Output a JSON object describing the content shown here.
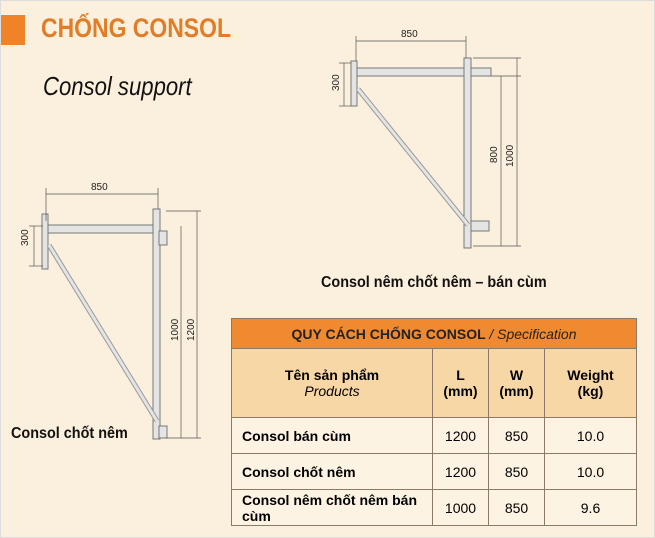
{
  "header": {
    "title": "CHỐNG CONSOL",
    "subtitle": "Consol support"
  },
  "diagram_left": {
    "caption": "Consol chốt nêm",
    "dims": {
      "width": "850",
      "top": "300",
      "inner": "1000",
      "outer": "1200"
    }
  },
  "diagram_right": {
    "caption": "Consol nêm chốt nêm – bán cùm",
    "dims": {
      "width": "850",
      "top": "300",
      "inner": "800",
      "outer": "1000"
    }
  },
  "table": {
    "title": "QUY CÁCH CHỐNG CONSOL",
    "title_suffix": "/ Specification",
    "headers": {
      "name": "Tên sản phẩm",
      "name_en": "Products",
      "l": "L",
      "l_unit": "(mm)",
      "w": "W",
      "w_unit": "(mm)",
      "weight": "Weight",
      "weight_unit": "(kg)"
    },
    "rows": [
      {
        "name": "Consol bán cùm",
        "l": "1200",
        "w": "850",
        "weight": "10.0"
      },
      {
        "name": "Consol chốt nêm",
        "l": "1200",
        "w": "850",
        "weight": "10.0"
      },
      {
        "name": "Consol nêm chốt nêm bán cùm",
        "l": "1000",
        "w": "850",
        "weight": "9.6"
      }
    ]
  },
  "colors": {
    "accent": "#f08228",
    "background": "#fbf0dd",
    "header_row": "#f8d7a6"
  }
}
